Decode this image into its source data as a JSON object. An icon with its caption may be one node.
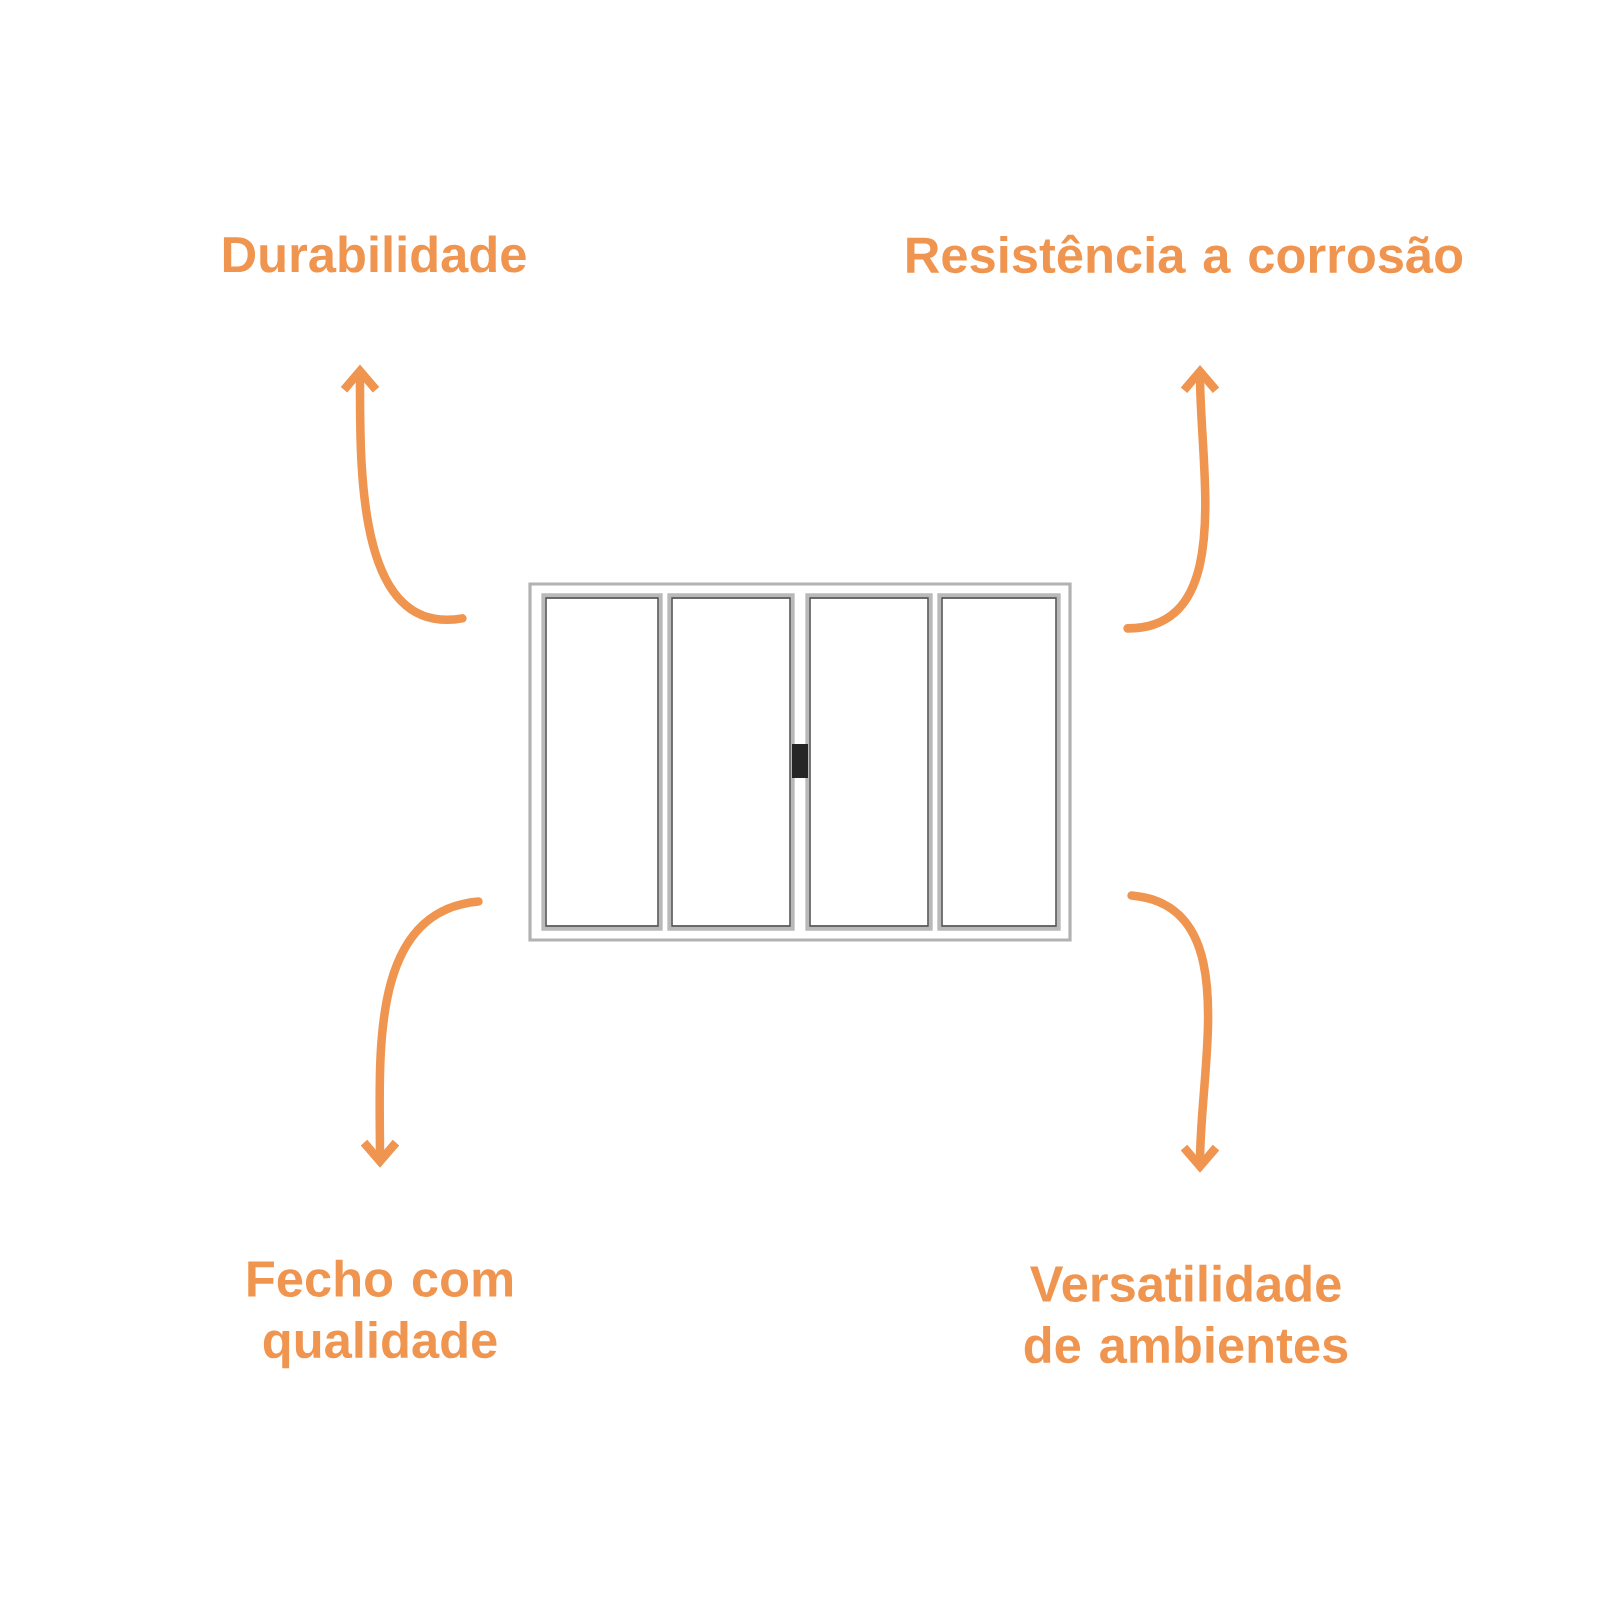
{
  "diagram": {
    "nodes": [
      {
        "text": [],
        "shape": "picture"
      },
      {
        "text": [
          "Durabilidade"
        ]
      },
      {
        "text": [
          "Resistência a corrosão"
        ]
      },
      {
        "text": [
          "Fecho com qualidade"
        ]
      },
      {
        "text": [
          "Versatilidade de ambientes"
        ]
      }
    ],
    "edges": [
      {
        "from": 0,
        "to": 1,
        "arrow": "to"
      },
      {
        "from": 0,
        "to": 2,
        "arrow": "to"
      },
      {
        "from": 0,
        "to": 3,
        "arrow": "to"
      },
      {
        "from": 0,
        "to": 4,
        "arrow": "to"
      }
    ]
  }
}
